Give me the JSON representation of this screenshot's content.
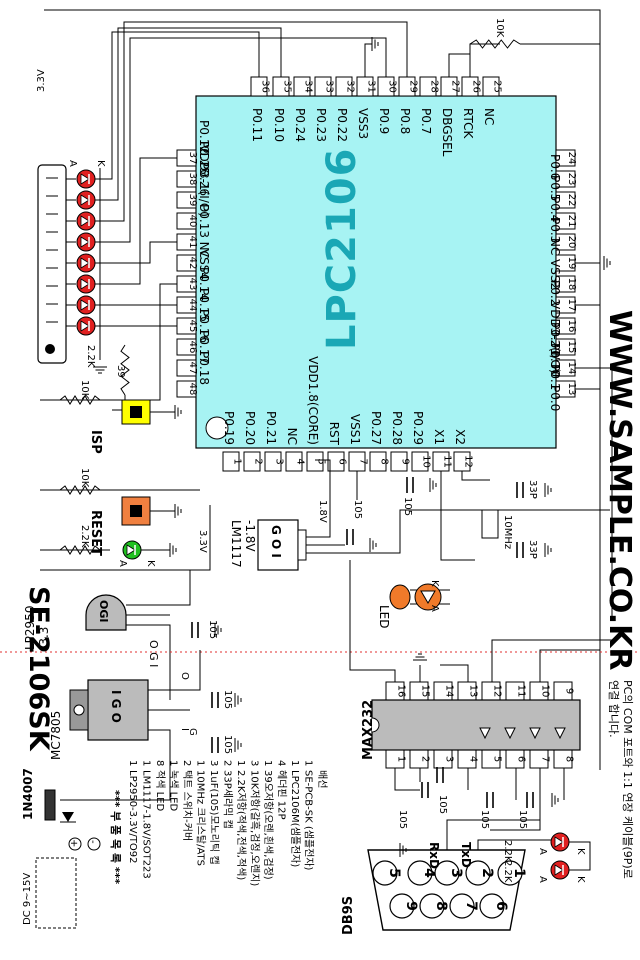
{
  "board": {
    "name": "SE-2106SK",
    "website": "WWW.SAMPLE.CO.KR"
  },
  "chip": {
    "name": "LPC2106",
    "top_pins": [
      {
        "num": "36",
        "label": "P0.11"
      },
      {
        "num": "35",
        "label": "P0.10"
      },
      {
        "num": "34",
        "label": "P0.24"
      },
      {
        "num": "33",
        "label": "P0.23"
      },
      {
        "num": "32",
        "label": "P0.22"
      },
      {
        "num": "31",
        "label": "VSS3"
      },
      {
        "num": "30",
        "label": "P0.9"
      },
      {
        "num": "29",
        "label": "P0.8"
      },
      {
        "num": "28",
        "label": "P0.7"
      },
      {
        "num": "27",
        "label": "DBGSEL"
      },
      {
        "num": "26",
        "label": "RTCK"
      },
      {
        "num": "25",
        "label": "NC"
      }
    ],
    "left_pins": [
      {
        "num": "37",
        "label": "P0.12"
      },
      {
        "num": "38",
        "label": "P0.25"
      },
      {
        "num": "39",
        "label": "P0.26"
      },
      {
        "num": "40",
        "label": "VDD3-1(I/O)"
      },
      {
        "num": "41",
        "label": "P0.13"
      },
      {
        "num": "42",
        "label": "NC"
      },
      {
        "num": "43",
        "label": "VSS4"
      },
      {
        "num": "44",
        "label": "P0.14"
      },
      {
        "num": "45",
        "label": "P0.15"
      },
      {
        "num": "46",
        "label": "P0.16"
      },
      {
        "num": "47",
        "label": "P0.17"
      },
      {
        "num": "48",
        "label": "P0.18"
      }
    ],
    "right_pins": [
      {
        "num": "24",
        "label": "P0.6"
      },
      {
        "num": "23",
        "label": "P0.5"
      },
      {
        "num": "22",
        "label": "P0.4"
      },
      {
        "num": "21",
        "label": "P0.3"
      },
      {
        "num": "20",
        "label": "NC"
      },
      {
        "num": "19",
        "label": "VSS2"
      },
      {
        "num": "18",
        "label": "P0.2"
      },
      {
        "num": "17",
        "label": "VDD3-2(I/O)"
      },
      {
        "num": "16",
        "label": "P0.31"
      },
      {
        "num": "15",
        "label": "P0.30"
      },
      {
        "num": "14",
        "label": "P0.1"
      },
      {
        "num": "13",
        "label": "P0.0"
      }
    ],
    "bottom_pins": [
      {
        "num": "1",
        "label": "P0.19"
      },
      {
        "num": "2",
        "label": "P0.20"
      },
      {
        "num": "3",
        "label": "P0.21"
      },
      {
        "num": "4",
        "label": "NC"
      },
      {
        "num": "5",
        "label": "VDD1.8(CORE)"
      },
      {
        "num": "6",
        "label": "RST"
      },
      {
        "num": "7",
        "label": "VSS1"
      },
      {
        "num": "8",
        "label": "P0.27"
      },
      {
        "num": "9",
        "label": "P0.28"
      },
      {
        "num": "10",
        "label": "P0.29"
      },
      {
        "num": "11",
        "label": "X1"
      },
      {
        "num": "12",
        "label": "X2"
      }
    ]
  },
  "labels": {
    "v33_left": "3.3V",
    "v33_mid": "3.3V",
    "r10k_top": "10K",
    "r10k_isp": "10K",
    "r10k_reset": "10K",
    "r22k": "2.2K",
    "r22k_led": "2.2K",
    "r39": "39",
    "isp": "ISP",
    "reset": "RESET",
    "led_a": "A",
    "led_k": "K",
    "reg18_name": "LM1117",
    "reg18_v": "-1.8V",
    "reg18_pins": "G O I",
    "v18": "1.8V",
    "cap105": "105",
    "crystal": "10MHz",
    "cap33p": "33P",
    "led_big": "LED",
    "lp2950_name": "LP2950",
    "lp2950_v": "-3.3",
    "lp2950_pins": "O G I",
    "lp2950_body": "OGI",
    "mc7805_name": "MC7805",
    "mc7805_pins": "I G O",
    "out_o": "O",
    "in_i": "I",
    "gnd_g": "G",
    "max232": "MAX232",
    "diode": "1N4007",
    "dc_in": "DC 9~15V",
    "db9": "DB9S",
    "rxd": "RxD",
    "txd": "TxD",
    "pc_note_1": "PC의 COM 포트와 1:1 연장 케이블(9P)로",
    "pc_note_2": "연결 합니다.",
    "r22k_a": "2.2K",
    "r22k_b": "2.2K",
    "plus": "+",
    "minus": "-"
  },
  "parts_list": {
    "title": "*** 부 품 목 록 ***",
    "items": [
      {
        "name": "LP2950-3.3V/TO92",
        "qty": "1"
      },
      {
        "name": "LM1117-1.8V/SOT223",
        "qty": "1"
      },
      {
        "name": "적색 LED",
        "qty": "8"
      },
      {
        "name": "녹색 LED",
        "qty": "1"
      },
      {
        "name": "택트 스위치-커버",
        "qty": "2"
      },
      {
        "name": "10MHz 크리스탈/ATS",
        "qty": "1"
      },
      {
        "name": "1uF(105)모노리틱 캡",
        "qty": "3"
      },
      {
        "name": "33P세라믹 캡",
        "qty": "2"
      },
      {
        "name": "2.2K저항(적색,전색,적색)",
        "qty": "1"
      },
      {
        "name": "10K저항(갈흑,검정,오렌지)",
        "qty": "3"
      },
      {
        "name": "39오저항(오렌,흰색,검정)",
        "qty": "1"
      },
      {
        "name": "헤더핀 12P",
        "qty": "4"
      },
      {
        "name": "LPC2106M(샘플전자)",
        "qty": "1"
      },
      {
        "name": "SE-PCB-SK (샘플전자)",
        "qty": "1"
      }
    ],
    "extra": "배선"
  },
  "db9_pins": [
    "5",
    "4",
    "3",
    "2",
    "1",
    "9",
    "8",
    "7",
    "6"
  ],
  "max232_pins": {
    "top": [
      "16",
      "15",
      "14",
      "13",
      "12",
      "11",
      "10",
      "9"
    ],
    "bottom": [
      "1",
      "2",
      "3",
      "4",
      "5",
      "6",
      "7",
      "8"
    ]
  },
  "colors": {
    "chip": "#a7f3f3",
    "chip_text": "#1aa7b5",
    "led_red": "#e02020",
    "led_green": "#20c020",
    "isp_fill": "#ffff00",
    "reset_fill": "#f08040",
    "led_orange": "#f07a2a"
  }
}
